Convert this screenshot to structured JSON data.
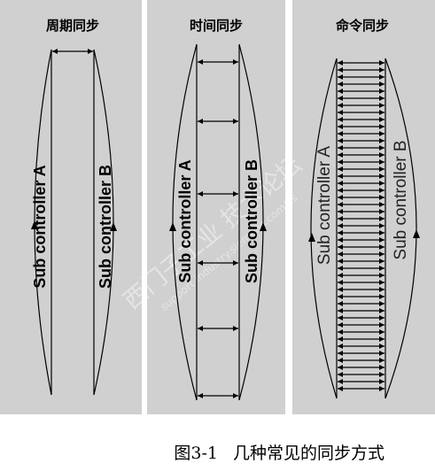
{
  "panels": [
    {
      "title": "周期同步",
      "label_a": "Sub controller A",
      "label_b": "Sub controller B"
    },
    {
      "title": "时间同步",
      "label_a": "Sub controller A",
      "label_b": "Sub controller B"
    },
    {
      "title": "命令同步",
      "label_a": "Sub controller A",
      "label_b": "Sub controller B"
    }
  ],
  "caption": {
    "figure": "图3-1",
    "text": "几种常见的同步方式"
  },
  "watermark": {
    "line1": "西门子工业 技术论坛",
    "line2": "support.industry.siemens.com/cs"
  },
  "colors": {
    "panel": "#d0d0d0",
    "line": "#000000",
    "background": "#ffffff"
  }
}
